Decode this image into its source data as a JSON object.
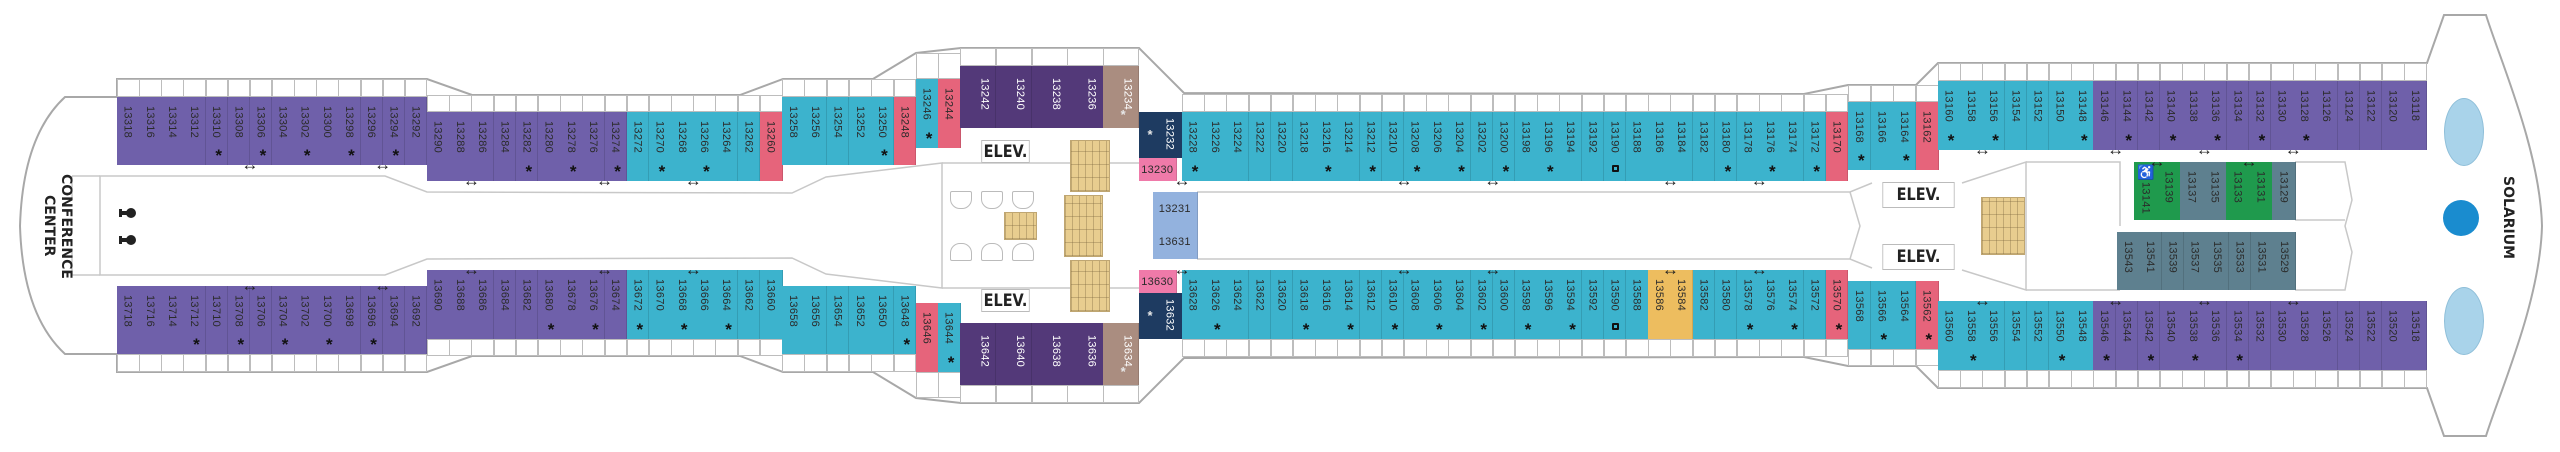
{
  "labels": {
    "conference_center": "CONFERENCE CENTER",
    "solarium": "SOLARIUM",
    "elevator": "ELEV."
  },
  "icons": {
    "asterisk": "asterisk-icon",
    "connecting": "connecting-arrow-icon",
    "accessible": "wheelchair-icon",
    "square": "square-icon",
    "restroom": "restroom-icon",
    "solarium_logo": "solarium-logo-icon"
  },
  "colors": {
    "purple": "#6f60aa",
    "teal": "#3cb3cd",
    "pink": "#e6647b",
    "plum": "#533979",
    "taupe": "#aa8d80",
    "navy": "#1e3b61",
    "rose": "#ef7aa9",
    "blue": "#93b2de",
    "gold": "#edbd5f",
    "green": "#1f9a4d",
    "slate": "#5e808f",
    "stairs": "#e8cd8f",
    "pool": "#a9d3ea",
    "logo": "#1a8ccf"
  },
  "cabin_segments": [
    {
      "id": "top-a",
      "runs": [
        {
          "color": "purple",
          "cabins": [
            "13318",
            "13316",
            "13314",
            "13312",
            "13310",
            "13308",
            "13306",
            "13304",
            "13302",
            "13300",
            "13298",
            "13296",
            "13294",
            "13292"
          ]
        }
      ],
      "asterisk": [
        "13310",
        "13306",
        "13302",
        "13298",
        "13294"
      ],
      "connecting": [
        [
          "13308",
          "13306"
        ],
        [
          "13296",
          "13294"
        ]
      ]
    },
    {
      "id": "top-b",
      "runs": [
        {
          "color": "purple",
          "cabins": [
            "13290",
            "13288",
            "13286",
            "13284",
            "13282",
            "13280",
            "13278",
            "13276",
            "13274"
          ]
        },
        {
          "color": "teal",
          "cabins": [
            "13272",
            "13270",
            "13268",
            "13266",
            "13264",
            "13262"
          ]
        },
        {
          "color": "pink",
          "cabins": [
            "13260"
          ]
        }
      ],
      "asterisk": [
        "13282",
        "13278",
        "13274",
        "13270",
        "13266"
      ],
      "connecting": [
        [
          "13288",
          "13286"
        ],
        [
          "13276",
          "13274"
        ],
        [
          "13268",
          "13266"
        ]
      ]
    },
    {
      "id": "top-c",
      "runs": [
        {
          "color": "teal",
          "cabins": [
            "13258",
            "13256",
            "13254",
            "13252",
            "13250"
          ]
        },
        {
          "color": "pink",
          "cabins": [
            "13248"
          ]
        }
      ],
      "asterisk": [
        "13250"
      ]
    },
    {
      "id": "top-d",
      "runs": [
        {
          "color": "teal",
          "cabins": [
            "13246"
          ]
        },
        {
          "color": "pink",
          "cabins": [
            "13244"
          ]
        }
      ],
      "asterisk": [
        "13246"
      ]
    },
    {
      "id": "top-e",
      "runs": [
        {
          "color": "plum",
          "cabins": [
            "13242",
            "13240",
            "13238",
            "13236"
          ]
        },
        {
          "color": "taupe",
          "cabins": [
            "13234"
          ]
        }
      ],
      "asterisk": [
        "13234"
      ]
    },
    {
      "id": "top-f",
      "runs": [
        {
          "color": "navy",
          "cabins": [
            "13232"
          ]
        }
      ],
      "asterisk": [
        "13232"
      ]
    },
    {
      "id": "top-f2",
      "runs": [
        {
          "color": "rose",
          "cabins": [
            "13230"
          ]
        }
      ]
    },
    {
      "id": "top-main",
      "runs": [
        {
          "color": "teal",
          "cabins": [
            "13228",
            "13226",
            "13224",
            "13222",
            "13220",
            "13218",
            "13216",
            "13214",
            "13212",
            "13210",
            "13208",
            "13206",
            "13204",
            "13202",
            "13200",
            "13198",
            "13196",
            "13194",
            "13192",
            "13190",
            "13188",
            "13186",
            "13184",
            "13182",
            "13180",
            "13178",
            "13176",
            "13174",
            "13172"
          ]
        },
        {
          "color": "pink",
          "cabins": [
            "13170"
          ]
        }
      ],
      "asterisk": [
        "13228",
        "13216",
        "13212",
        "13208",
        "13204",
        "13200",
        "13196",
        "13180",
        "13176",
        "13172"
      ],
      "square": [
        "13190"
      ],
      "connecting": [
        [
          "13230",
          "13228"
        ],
        [
          "13210",
          "13208"
        ],
        [
          "13202",
          "13200"
        ],
        [
          "13186",
          "13184"
        ],
        [
          "13178",
          "13176"
        ]
      ]
    },
    {
      "id": "top-g",
      "runs": [
        {
          "color": "teal",
          "cabins": [
            "13168",
            "13166",
            "13164"
          ]
        },
        {
          "color": "pink",
          "cabins": [
            "13162"
          ]
        }
      ],
      "asterisk": [
        "13168",
        "13164"
      ]
    },
    {
      "id": "top-h",
      "runs": [
        {
          "color": "teal",
          "cabins": [
            "13160",
            "13158",
            "13156",
            "13154",
            "13152",
            "13150",
            "13148"
          ]
        },
        {
          "color": "purple",
          "cabins": [
            "13146",
            "13144",
            "13142",
            "13140",
            "13138",
            "13136",
            "13134",
            "13132",
            "13130",
            "13128",
            "13126",
            "13124",
            "13122",
            "13120",
            "13118"
          ]
        }
      ],
      "asterisk": [
        "13160",
        "13156",
        "13148",
        "13144",
        "13140",
        "13136",
        "13132",
        "13128"
      ],
      "connecting": [
        [
          "13158",
          "13156"
        ],
        [
          "13146",
          "13144"
        ],
        [
          "13138",
          "13136"
        ],
        [
          "13130",
          "13128"
        ]
      ]
    },
    {
      "id": "inner-top",
      "runs": [
        {
          "color": "green",
          "cabins": [
            "13141",
            "13139"
          ]
        },
        {
          "color": "slate",
          "cabins": [
            "13137",
            "13135"
          ]
        },
        {
          "color": "green",
          "cabins": [
            "13133",
            "13131"
          ]
        },
        {
          "color": "slate",
          "cabins": [
            "13129"
          ]
        }
      ],
      "accessible": [
        "13141"
      ],
      "connecting": [
        [
          "13141",
          "13139"
        ],
        [
          "13133",
          "13131"
        ]
      ]
    },
    {
      "id": "mid",
      "runs": [
        {
          "color": "blue",
          "cabins": [
            "13231",
            "13631"
          ]
        }
      ]
    },
    {
      "id": "bottom-a",
      "runs": [
        {
          "color": "purple",
          "cabins": [
            "13718",
            "13716",
            "13714",
            "13712",
            "13710",
            "13708",
            "13706",
            "13704",
            "13702",
            "13700",
            "13698",
            "13696",
            "13694",
            "13692"
          ]
        }
      ],
      "asterisk": [
        "13712",
        "13708",
        "13704",
        "13700",
        "13696"
      ],
      "connecting": [
        [
          "13708",
          "13706"
        ],
        [
          "13696",
          "13694"
        ]
      ]
    },
    {
      "id": "bottom-b",
      "runs": [
        {
          "color": "purple",
          "cabins": [
            "13690",
            "13688",
            "13686",
            "13684",
            "13682",
            "13680",
            "13678",
            "13676",
            "13674"
          ]
        },
        {
          "color": "teal",
          "cabins": [
            "13672",
            "13670",
            "13668",
            "13666",
            "13664",
            "13662",
            "13660"
          ]
        }
      ],
      "asterisk": [
        "13680",
        "13676",
        "13672",
        "13668",
        "13664"
      ],
      "connecting": [
        [
          "13688",
          "13686"
        ],
        [
          "13676",
          "13674"
        ],
        [
          "13668",
          "13666"
        ]
      ]
    },
    {
      "id": "bottom-c",
      "runs": [
        {
          "color": "teal",
          "cabins": [
            "13658",
            "13656",
            "13654",
            "13652",
            "13650",
            "13648"
          ]
        }
      ],
      "asterisk": [
        "13648"
      ]
    },
    {
      "id": "bottom-d",
      "runs": [
        {
          "color": "pink",
          "cabins": [
            "13646"
          ]
        },
        {
          "color": "teal",
          "cabins": [
            "13644"
          ]
        }
      ],
      "asterisk": [
        "13644"
      ]
    },
    {
      "id": "bottom-e",
      "runs": [
        {
          "color": "plum",
          "cabins": [
            "13642",
            "13640",
            "13638",
            "13636"
          ]
        },
        {
          "color": "taupe",
          "cabins": [
            "13634"
          ]
        }
      ],
      "asterisk": [
        "13634"
      ]
    },
    {
      "id": "bottom-f",
      "runs": [
        {
          "color": "navy",
          "cabins": [
            "13632"
          ]
        }
      ],
      "asterisk": [
        "13632"
      ]
    },
    {
      "id": "bottom-f2",
      "runs": [
        {
          "color": "rose",
          "cabins": [
            "13630"
          ]
        }
      ]
    },
    {
      "id": "bottom-main",
      "runs": [
        {
          "color": "teal",
          "cabins": [
            "13628",
            "13626",
            "13624",
            "13622",
            "13620",
            "13618",
            "13616",
            "13614",
            "13612",
            "13610",
            "13608",
            "13606",
            "13604",
            "13602",
            "13600",
            "13598",
            "13596",
            "13594",
            "13592",
            "13590",
            "13588"
          ]
        },
        {
          "color": "gold",
          "cabins": [
            "13586",
            "13584"
          ]
        },
        {
          "color": "teal",
          "cabins": [
            "13582",
            "13580",
            "13578",
            "13576",
            "13574",
            "13572"
          ]
        },
        {
          "color": "pink",
          "cabins": [
            "13570"
          ]
        }
      ],
      "asterisk": [
        "13626",
        "13618",
        "13614",
        "13610",
        "13606",
        "13602",
        "13598",
        "13594",
        "13578",
        "13574",
        "13570"
      ],
      "square": [
        "13590"
      ],
      "connecting": [
        [
          "13630",
          "13628"
        ],
        [
          "13610",
          "13608"
        ],
        [
          "13602",
          "13600"
        ],
        [
          "13586",
          "13584"
        ],
        [
          "13578",
          "13576"
        ]
      ]
    },
    {
      "id": "bottom-g",
      "runs": [
        {
          "color": "teal",
          "cabins": [
            "13568",
            "13566",
            "13564"
          ]
        },
        {
          "color": "pink",
          "cabins": [
            "13562"
          ]
        }
      ],
      "asterisk": [
        "13566",
        "13562"
      ]
    },
    {
      "id": "bottom-h",
      "runs": [
        {
          "color": "teal",
          "cabins": [
            "13560",
            "13558",
            "13556",
            "13554",
            "13552",
            "13550",
            "13548"
          ]
        },
        {
          "color": "purple",
          "cabins": [
            "13546",
            "13544",
            "13542",
            "13540",
            "13538",
            "13536",
            "13534",
            "13532",
            "13530",
            "13528",
            "13526",
            "13524",
            "13522",
            "13520",
            "13518"
          ]
        }
      ],
      "asterisk": [
        "13558",
        "13550",
        "13546",
        "13542",
        "13538",
        "13534"
      ],
      "connecting": [
        [
          "13558",
          "13556"
        ],
        [
          "13546",
          "13544"
        ],
        [
          "13538",
          "13536"
        ],
        [
          "13530",
          "13528"
        ]
      ]
    },
    {
      "id": "inner-bottom",
      "runs": [
        {
          "color": "slate",
          "cabins": [
            "13543",
            "13541",
            "13539",
            "13537",
            "13535",
            "13533",
            "13531",
            "13529"
          ]
        }
      ]
    }
  ]
}
